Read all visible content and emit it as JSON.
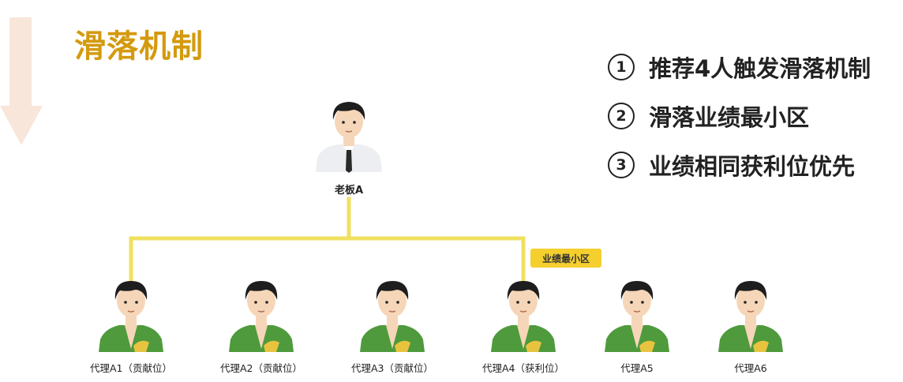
{
  "title": "滑落机制",
  "rules": [
    {
      "num": "1",
      "text": "推荐4人触发滑落机制"
    },
    {
      "num": "2",
      "text": "滑落业绩最小区"
    },
    {
      "num": "3",
      "text": "业绩相同获利位优先"
    }
  ],
  "boss": {
    "label": "老板A"
  },
  "badge": "业绩最小区",
  "agents": [
    {
      "label": "代理A1（贡献位）"
    },
    {
      "label": "代理A2（贡献位）"
    },
    {
      "label": "代理A3（贡献位）"
    },
    {
      "label": "代理A4（获利位）"
    },
    {
      "label": "代理A5"
    },
    {
      "label": "代理A6"
    }
  ],
  "colors": {
    "title": "#d49a0e",
    "connector": "#f0e060",
    "badge": "#f5cf2e",
    "arrow": "#f8e6da",
    "shirt": "#4e9a3c"
  }
}
